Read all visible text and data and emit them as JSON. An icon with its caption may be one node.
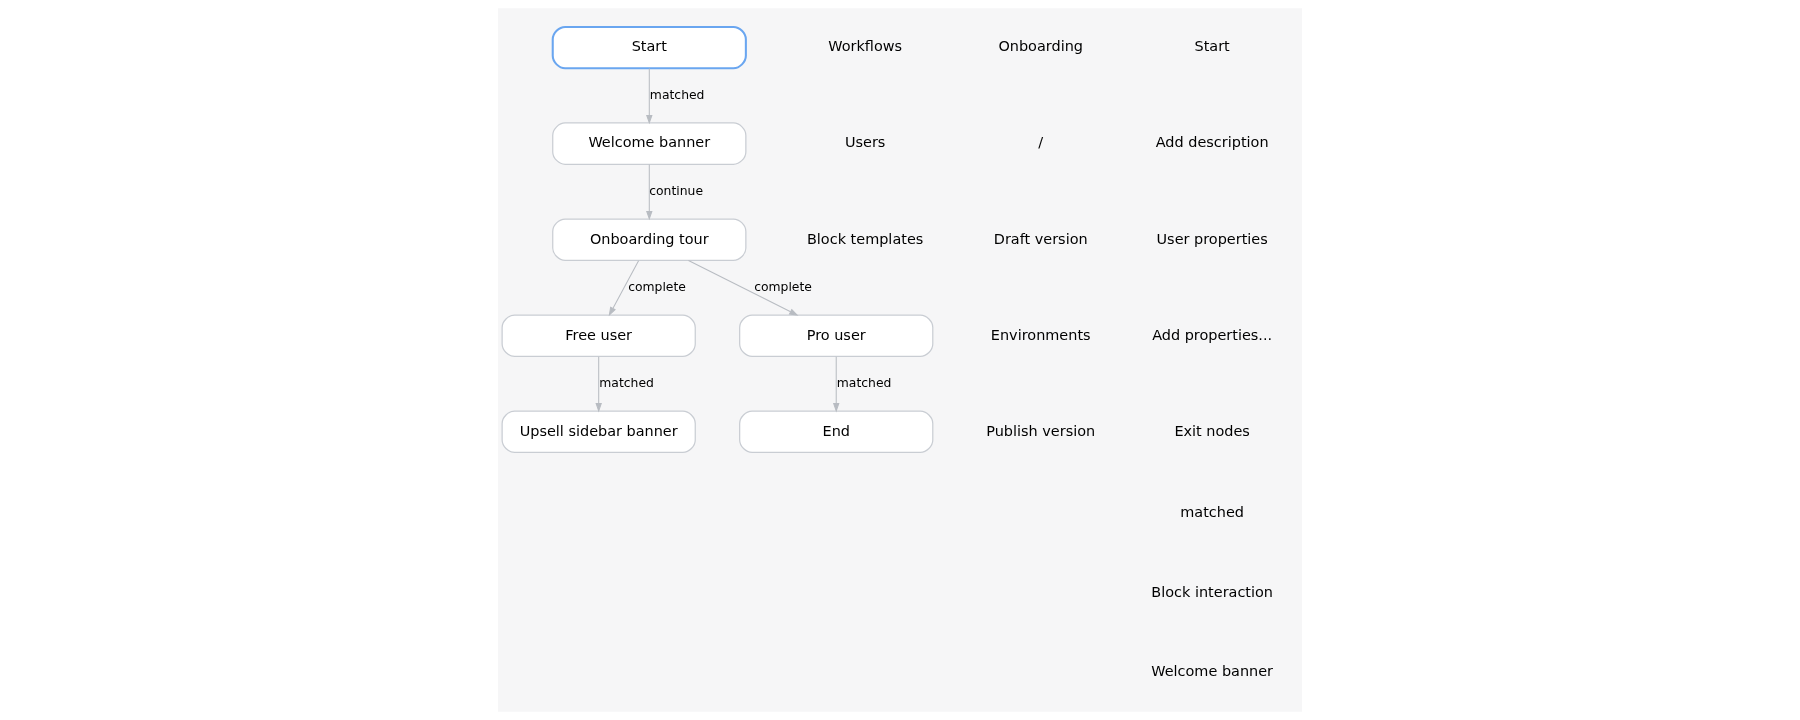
{
  "diagram": {
    "nodes": [
      {
        "text": [
          "Start"
        ]
      },
      {
        "text": [
          "Welcome banner"
        ]
      },
      {
        "text": [
          "Onboarding tour"
        ]
      },
      {
        "text": [
          "Free user"
        ]
      },
      {
        "text": [
          "Pro user"
        ]
      },
      {
        "text": [
          "Upsell sidebar banner"
        ]
      },
      {
        "text": [
          "End"
        ]
      }
    ],
    "edges": [
      {
        "from": 0,
        "to": 1,
        "arrow": "to",
        "label": "matched"
      },
      {
        "from": 1,
        "to": 2,
        "arrow": "to",
        "label": "continue"
      },
      {
        "from": 2,
        "to": 3,
        "arrow": "to",
        "label": "complete"
      },
      {
        "from": 2,
        "to": 4,
        "arrow": "to",
        "label": "complete"
      },
      {
        "from": 3,
        "to": 5,
        "arrow": "to",
        "label": "matched"
      },
      {
        "from": 4,
        "to": 6,
        "arrow": "to",
        "label": "matched"
      }
    ],
    "labels": [
      "Workflows",
      "Users",
      "Block templates",
      "Onboarding",
      "/",
      "Draft version",
      "Environments",
      "Publish version",
      "Start",
      "Add description",
      "User properties",
      "Add properties...",
      "Exit nodes",
      "matched",
      "Block interaction",
      "Welcome banner"
    ]
  }
}
